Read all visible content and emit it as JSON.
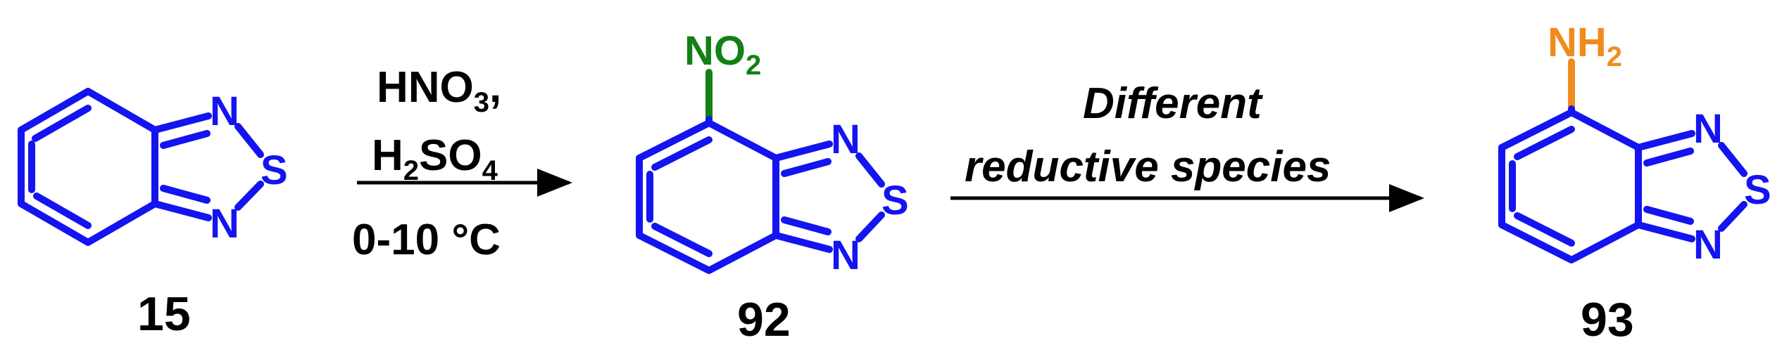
{
  "colors": {
    "scaffold": "#1414f0",
    "nitro": "#138013",
    "amine": "#f08c1e",
    "arrow": "#000000",
    "text": "#000000"
  },
  "compounds": [
    {
      "label": "15",
      "atoms": {
        "n_top": "N",
        "s": "S",
        "n_bottom": "N"
      }
    },
    {
      "label": "92",
      "substituent": {
        "main": "NO",
        "subscript": "2"
      },
      "atoms": {
        "n_top": "N",
        "s": "S",
        "n_bottom": "N"
      }
    },
    {
      "label": "93",
      "substituent": {
        "main": "NH",
        "subscript": "2"
      },
      "atoms": {
        "n_top": "N",
        "s": "S",
        "n_bottom": "N"
      }
    }
  ],
  "arrows": [
    {
      "above": [
        {
          "main": "HNO",
          "subscript": "3",
          "suffix": ","
        },
        {
          "pre": "H",
          "pre_subscript": "2",
          "main": "SO",
          "subscript": "4"
        }
      ],
      "below": "0-10 °C"
    },
    {
      "above": [
        "Different",
        "reductive species"
      ]
    }
  ]
}
